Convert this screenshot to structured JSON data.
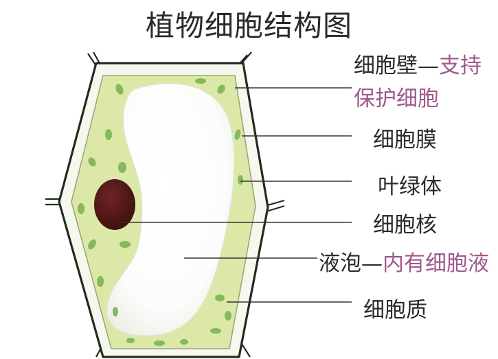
{
  "title": "植物细胞结构图",
  "labels": {
    "cell_wall": {
      "name": "细胞壁",
      "dash": "—",
      "function_line1": "支持",
      "function_line2": "保护细胞"
    },
    "cell_membrane": {
      "name": "细胞膜"
    },
    "chloroplast": {
      "name": "叶绿体"
    },
    "nucleus": {
      "name": "细胞核"
    },
    "vacuole": {
      "name": "液泡",
      "dash": "—",
      "function": "内有细胞液"
    },
    "cytoplasm": {
      "name": "细胞质"
    }
  },
  "colors": {
    "cell_wall_outer": "#1e2d1e",
    "cell_wall_fill": "#f6f8ef",
    "cytoplasm": "#dbe8a8",
    "chloroplast": "#86b85c",
    "vacuole": "#ffffff",
    "nucleus": "#4a1414",
    "leader_line": "#333333",
    "function_text": "#a0588e"
  }
}
